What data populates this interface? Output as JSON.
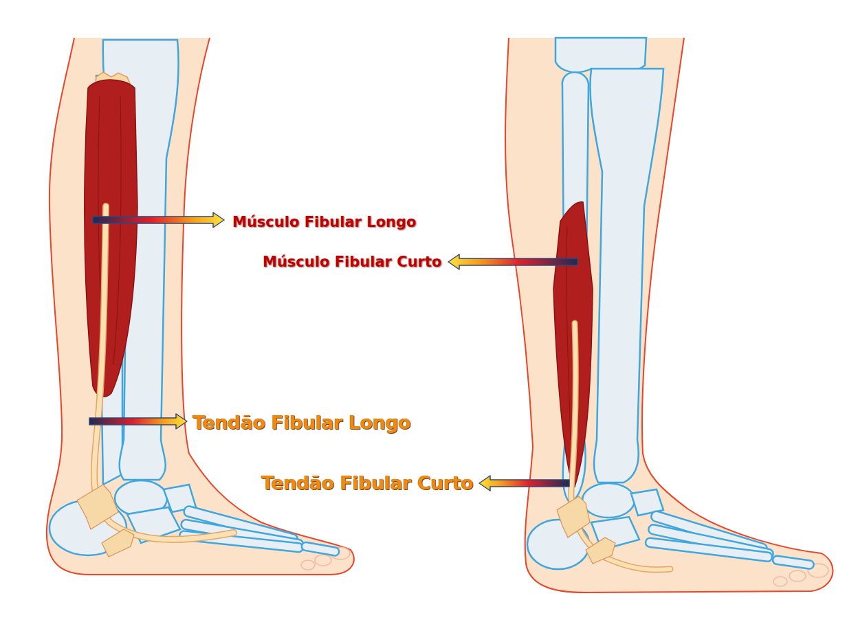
{
  "diagram": {
    "labels": [
      "Músculo Fibular Longo",
      "Músculo Fibular Curto",
      "Tendão Fibular Longo",
      "Tendão Fibular Curto"
    ]
  }
}
